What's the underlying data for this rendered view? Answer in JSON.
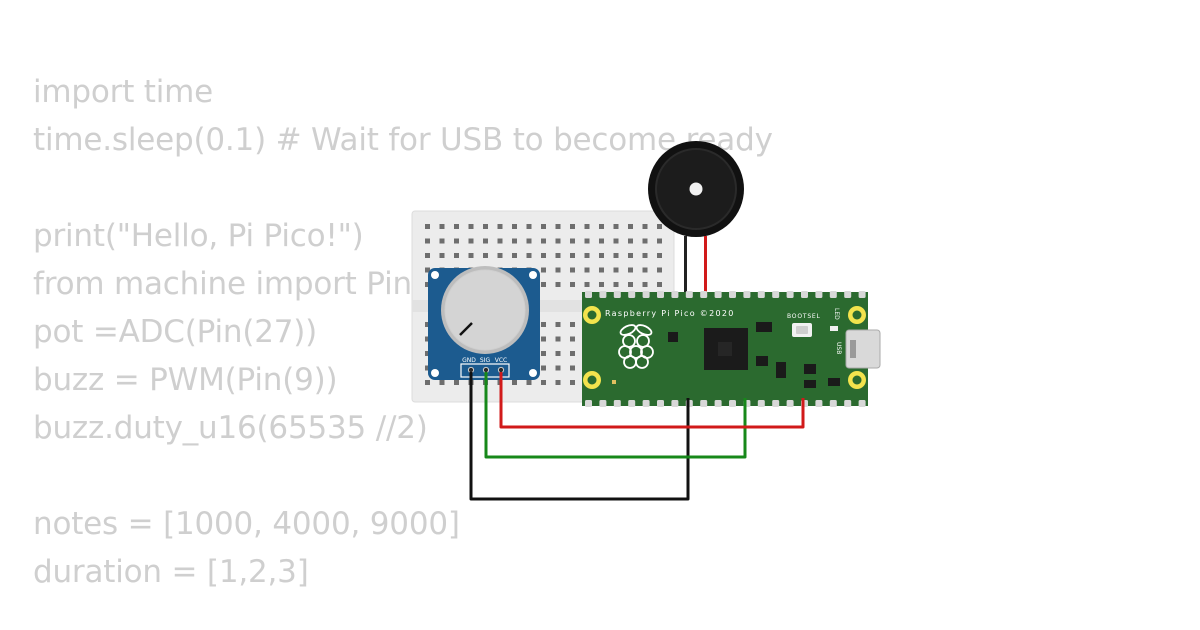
{
  "code_lines": [
    "import time",
    "time.sleep(0.1) # Wait for USB to become ready",
    "",
    "print(\"Hello, Pi Pico!\")",
    "from machine import Pin, ADC, PWM",
    "pot =ADC(Pin(27))",
    "buzz = PWM(Pin(9))",
    "buzz.duty_u16(65535 //2)",
    "",
    "notes = [1000, 4000, 9000]",
    "duration = [1,2,3]"
  ],
  "pico": {
    "brand": "Raspberry Pi Pico ©2020",
    "bootsel": "BOOTSEL",
    "led": "LED",
    "usb": "USB"
  },
  "potentiometer": {
    "pins": [
      "GND",
      "SIG",
      "VCC"
    ]
  },
  "colors": {
    "wire_red": "#d11a1a",
    "wire_green": "#17881a",
    "wire_black": "#111111",
    "pico_green": "#2b6a2f",
    "pot_blue": "#1c5b8f",
    "breadboard": "#ececec",
    "code_text": "#cfcfcf"
  }
}
